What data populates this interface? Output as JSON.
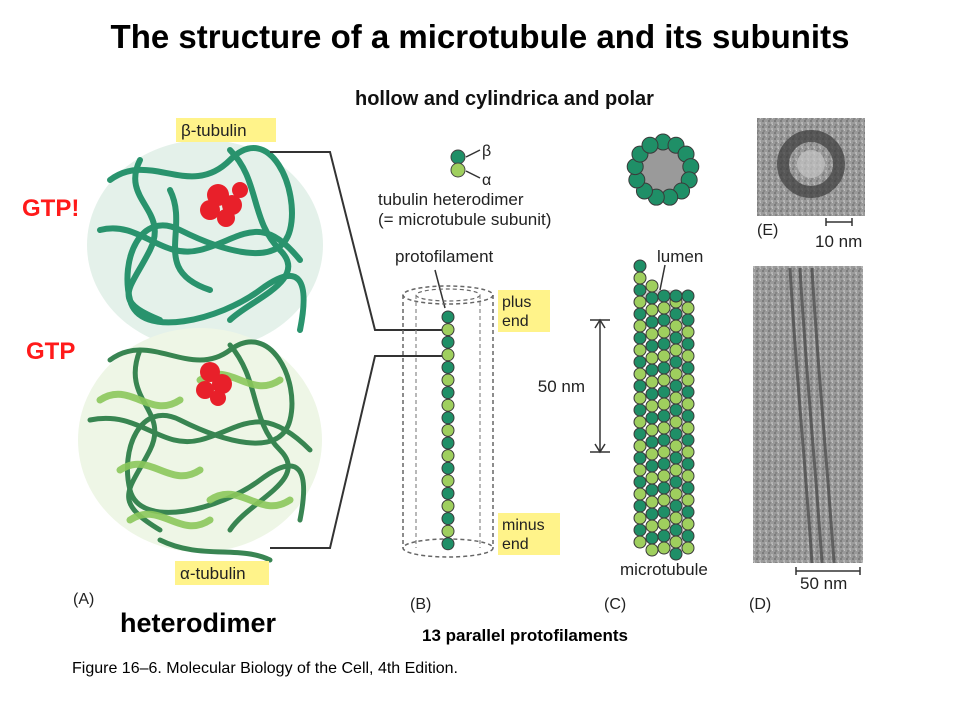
{
  "title": "The structure of a microtubule and its subunits",
  "subtitle": "hollow and cylindrica and polar",
  "notes": {
    "gtp_top": "GTP!",
    "gtp_bottom": "GTP",
    "heterodimer": "heterodimer",
    "protofilaments": "13 parallel protofilaments"
  },
  "caption": "Figure 16–6. Molecular Biology of the Cell, 4th Edition.",
  "figure": {
    "beta_tubulin": "β-tubulin",
    "alpha_tubulin": "α-tubulin",
    "beta_symbol": "β",
    "alpha_symbol": "α",
    "heterodimer_line1": "tubulin heterodimer",
    "heterodimer_line2": "(= microtubule subunit)",
    "protofilament": "protofilament",
    "plus_line1": "plus",
    "plus_line2": "end",
    "minus_line1": "minus",
    "minus_line2": "end",
    "lumen": "lumen",
    "length_label": "50 nm",
    "microtubule": "microtubule",
    "scale_small": "10 nm",
    "scale_large": "50 nm",
    "panel_a": "(A)",
    "panel_b": "(B)",
    "panel_c": "(C)",
    "panel_d": "(D)",
    "panel_e": "(E)"
  },
  "colors": {
    "dark_green": "#1f8f67",
    "light_green": "#9fcf5e",
    "gtp_red": "#e8202a",
    "label_yellow": "#fff38a",
    "note_red": "#ff1a1a"
  }
}
